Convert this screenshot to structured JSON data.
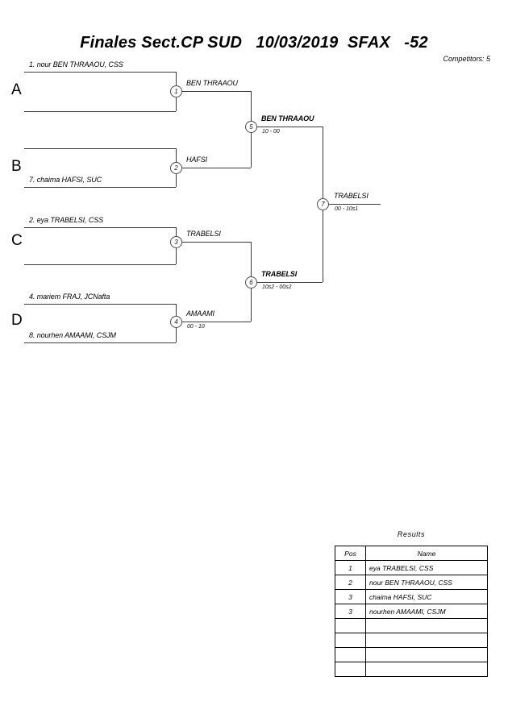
{
  "header": {
    "title": "Finales Sect.CP SUD   10/03/2019  SFAX   -52",
    "competitors": "Competitors: 5"
  },
  "bracket": {
    "groups": [
      {
        "label": "A"
      },
      {
        "label": "B"
      },
      {
        "label": "C"
      },
      {
        "label": "D"
      }
    ],
    "entrants": [
      {
        "label": "1. nour BEN THRAAOU, CSS"
      },
      {
        "label": "7. chaima HAFSI, SUC"
      },
      {
        "label": "2. eya TRABELSI, CSS"
      },
      {
        "label": "4. mariem FRAJ, JCNafta"
      },
      {
        "label": "8. nourhen AMAAMI, CSJM"
      }
    ],
    "matches": [
      {
        "number": "1",
        "winner": "BEN THRAAOU",
        "score": ""
      },
      {
        "number": "2",
        "winner": "HAFSI",
        "score": ""
      },
      {
        "number": "3",
        "winner": "TRABELSI",
        "score": ""
      },
      {
        "number": "4",
        "winner": "AMAAMI",
        "score": "00 - 10"
      },
      {
        "number": "5",
        "winner": "BEN THRAAOU",
        "score": "10 - 00"
      },
      {
        "number": "6",
        "winner": "TRABELSI",
        "score": "10s2 - 00s2"
      },
      {
        "number": "7",
        "winner": "TRABELSI",
        "score": "00 - 10s1"
      }
    ]
  },
  "results": {
    "caption": "Results",
    "columns": [
      "Pos",
      "Name"
    ],
    "rows": [
      {
        "pos": "1",
        "name": "eya TRABELSI, CSS"
      },
      {
        "pos": "2",
        "name": "nour BEN THRAAOU, CSS"
      },
      {
        "pos": "3",
        "name": "chaima HAFSI, SUC"
      },
      {
        "pos": "3",
        "name": "nourhen AMAAMI, CSJM"
      },
      {
        "pos": "",
        "name": ""
      },
      {
        "pos": "",
        "name": ""
      },
      {
        "pos": "",
        "name": ""
      },
      {
        "pos": "",
        "name": ""
      }
    ]
  }
}
